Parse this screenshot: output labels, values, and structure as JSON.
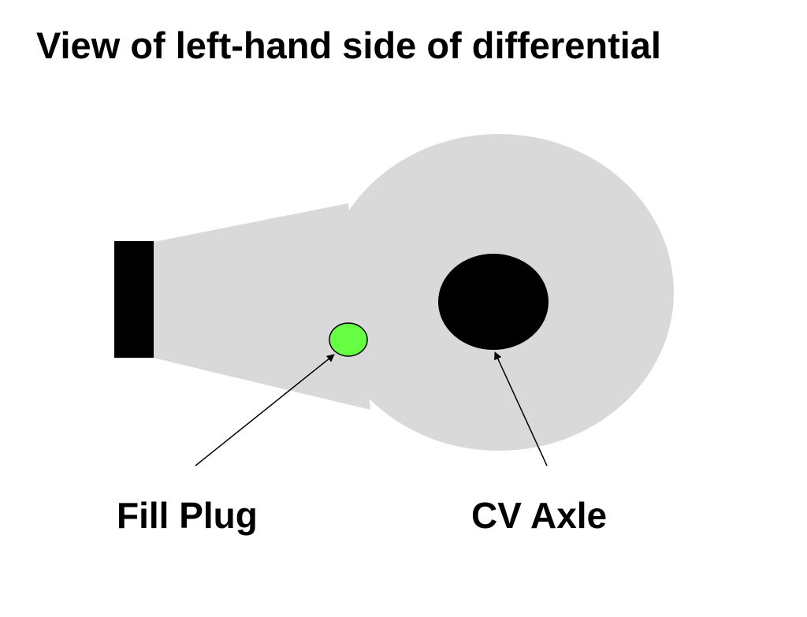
{
  "title": "View of left-hand side of differential",
  "labels": {
    "fill_plug": "Fill Plug",
    "cv_axle": "CV Axle"
  },
  "colors": {
    "housing": "#d9d9d9",
    "flange": "#000000",
    "fill_plug": "#66ff44",
    "axle_hole": "#000000",
    "text": "#000000",
    "background": "#ffffff"
  }
}
